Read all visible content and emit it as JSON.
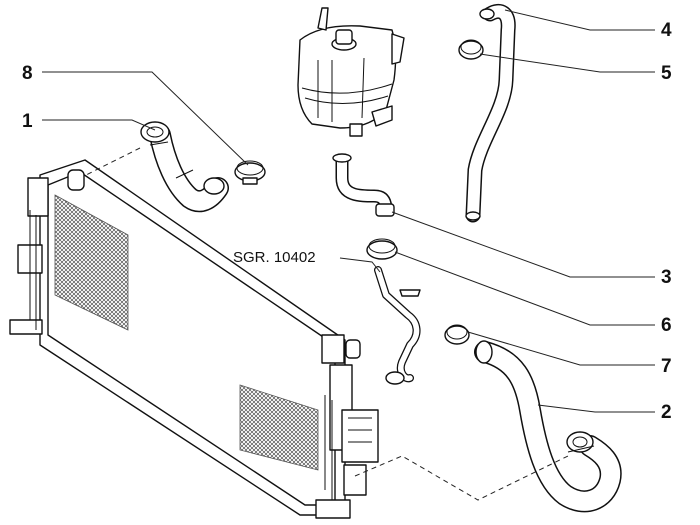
{
  "callouts": {
    "c1": "1",
    "c2": "2",
    "c3": "3",
    "c4": "4",
    "c5": "5",
    "c6": "6",
    "c7": "7",
    "c8": "8"
  },
  "reference_label": "SGR. 10402"
}
